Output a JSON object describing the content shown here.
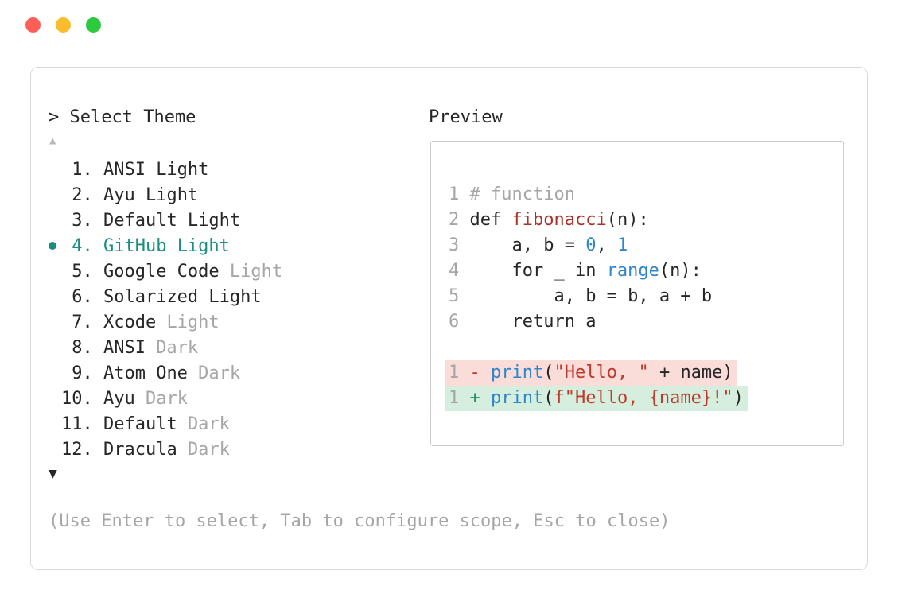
{
  "window": {
    "controls": [
      {
        "name": "close",
        "color": "#ff5f57"
      },
      {
        "name": "minimize",
        "color": "#fdbc2e"
      },
      {
        "name": "zoom",
        "color": "#2dc93f"
      }
    ]
  },
  "picker": {
    "title": "> Select Theme",
    "scroll_up": "▲",
    "scroll_down": "▼",
    "hint": "(Use Enter to select, Tab to configure scope, Esc to close)",
    "items": [
      {
        "num": "1.",
        "name": "ANSI",
        "suffix": "Light",
        "dim": false,
        "selected": false
      },
      {
        "num": "2.",
        "name": "Ayu",
        "suffix": "Light",
        "dim": false,
        "selected": false
      },
      {
        "num": "3.",
        "name": "Default",
        "suffix": "Light",
        "dim": false,
        "selected": false
      },
      {
        "num": "4.",
        "name": "GitHub",
        "suffix": "Light",
        "dim": false,
        "selected": true
      },
      {
        "num": "5.",
        "name": "Google Code",
        "suffix": "Light",
        "dim": true,
        "selected": false
      },
      {
        "num": "6.",
        "name": "Solarized",
        "suffix": "Light",
        "dim": false,
        "selected": false
      },
      {
        "num": "7.",
        "name": "Xcode",
        "suffix": "Light",
        "dim": true,
        "selected": false
      },
      {
        "num": "8.",
        "name": "ANSI",
        "suffix": "Dark",
        "dim": true,
        "selected": false
      },
      {
        "num": "9.",
        "name": "Atom One",
        "suffix": "Dark",
        "dim": true,
        "selected": false
      },
      {
        "num": "10.",
        "name": "Ayu",
        "suffix": "Dark",
        "dim": true,
        "selected": false
      },
      {
        "num": "11.",
        "name": "Default",
        "suffix": "Dark",
        "dim": true,
        "selected": false
      },
      {
        "num": "12.",
        "name": "Dracula",
        "suffix": "Dark",
        "dim": true,
        "selected": false
      }
    ]
  },
  "preview": {
    "label": "Preview",
    "lines": [
      {
        "num": "1",
        "diff": null,
        "segments": [
          {
            "t": "# function",
            "c": "comment"
          }
        ]
      },
      {
        "num": "2",
        "diff": null,
        "segments": [
          {
            "t": "def ",
            "c": "default"
          },
          {
            "t": "fibonacci",
            "c": "func"
          },
          {
            "t": "(n):",
            "c": "default"
          }
        ]
      },
      {
        "num": "3",
        "diff": null,
        "segments": [
          {
            "t": "    a, b = ",
            "c": "default"
          },
          {
            "t": "0",
            "c": "number"
          },
          {
            "t": ", ",
            "c": "default"
          },
          {
            "t": "1",
            "c": "number"
          }
        ]
      },
      {
        "num": "4",
        "diff": null,
        "segments": [
          {
            "t": "    for _ in ",
            "c": "default"
          },
          {
            "t": "range",
            "c": "builtin"
          },
          {
            "t": "(n):",
            "c": "default"
          }
        ]
      },
      {
        "num": "5",
        "diff": null,
        "segments": [
          {
            "t": "        a, b = b, a + b",
            "c": "default"
          }
        ]
      },
      {
        "num": "6",
        "diff": null,
        "segments": [
          {
            "t": "    return a",
            "c": "default"
          }
        ]
      },
      {
        "num": "",
        "diff": null,
        "segments": []
      },
      {
        "num": "1",
        "diff": "removed",
        "segments": [
          {
            "t": "- ",
            "c": "diff-removed"
          },
          {
            "t": "print",
            "c": "builtin"
          },
          {
            "t": "(",
            "c": "default"
          },
          {
            "t": "\"Hello, \"",
            "c": "string"
          },
          {
            "t": " + name)",
            "c": "default"
          }
        ]
      },
      {
        "num": "1",
        "diff": "added",
        "segments": [
          {
            "t": "+ ",
            "c": "diff-added"
          },
          {
            "t": "print",
            "c": "builtin"
          },
          {
            "t": "(",
            "c": "default"
          },
          {
            "t": "f\"Hello, {name}!\"",
            "c": "string"
          },
          {
            "t": ")",
            "c": "default"
          }
        ]
      }
    ]
  },
  "colors": {
    "text": "#262626",
    "dim": "#a6a6a6",
    "dim2": "#b9b9b9",
    "accent": "#1a8f80",
    "border": "#d9d9d9",
    "border2": "#cccccc",
    "blue": "#2f86c9",
    "red-func": "#a93226",
    "red-string": "#c0392b",
    "green": "#1e8e63",
    "removed-bg": "#fadcd9",
    "added-bg": "#d5eedd"
  }
}
